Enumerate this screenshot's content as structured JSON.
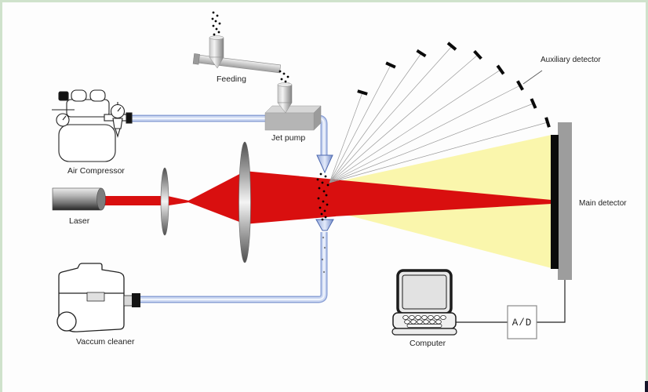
{
  "diagram": {
    "subject": "laser-particle-size-analyzer-schematic",
    "labels": {
      "air_compressor": "Air Compressor",
      "feeding": "Feeding",
      "jet_pump": "Jet pump",
      "laser": "Laser",
      "auxiliary_detector": "Auxiliary detector",
      "main_detector": "Main detector",
      "vacuum_cleaner": "Vaccum cleaner",
      "computer": "Computer",
      "ad_converter": "A/D"
    },
    "counts": {
      "auxiliary_detector_elements": 9,
      "lenses": 2
    },
    "colors": {
      "laser_beam_red": "#d90f0f",
      "scattered_light_yellow": "#faf6ac",
      "tube_fill_blue": "#ccd8f2",
      "tube_stroke_blue": "#8da2d6",
      "detector_body_gray": "#9d9d9d",
      "detector_face_black": "#0b0b0b",
      "frame_green": "#cfe2cc"
    }
  }
}
